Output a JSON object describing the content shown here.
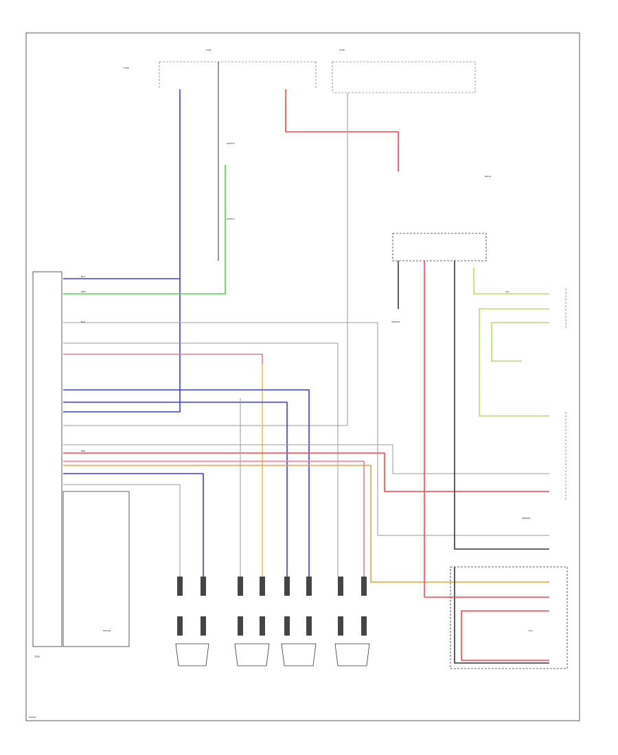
{
  "figure_id": "W0000",
  "components": {
    "main_unit": "TCM",
    "power_left": "FUSE",
    "power_mid": "FUSE",
    "power_right": "FUSE",
    "relay_box": "RELAY",
    "sensor_box": "SENSOR",
    "clutch_switch": "SWITCH",
    "stop_switch": "SWITCH",
    "vss_sensor": "SENSOR",
    "lower_right_module": "ECU",
    "motor": "MOTOR",
    "bottom_connectors": [
      "",
      "",
      "",
      ""
    ]
  },
  "wire_labels": {
    "blu_tag": "BLU",
    "grn_tag": "GRN",
    "red_tag": "RED",
    "blk_tag": "BLK",
    "yel_tag": "YEL"
  },
  "colors": {
    "blue": "#3a3af0",
    "green": "#4ad84a",
    "red": "#f04a4a",
    "pink": "#f07a9a",
    "yellow": "#e8e050",
    "orange": "#f0a040",
    "lime": "#b8e060",
    "black": "#333333",
    "gray": "#9a9a9a"
  }
}
